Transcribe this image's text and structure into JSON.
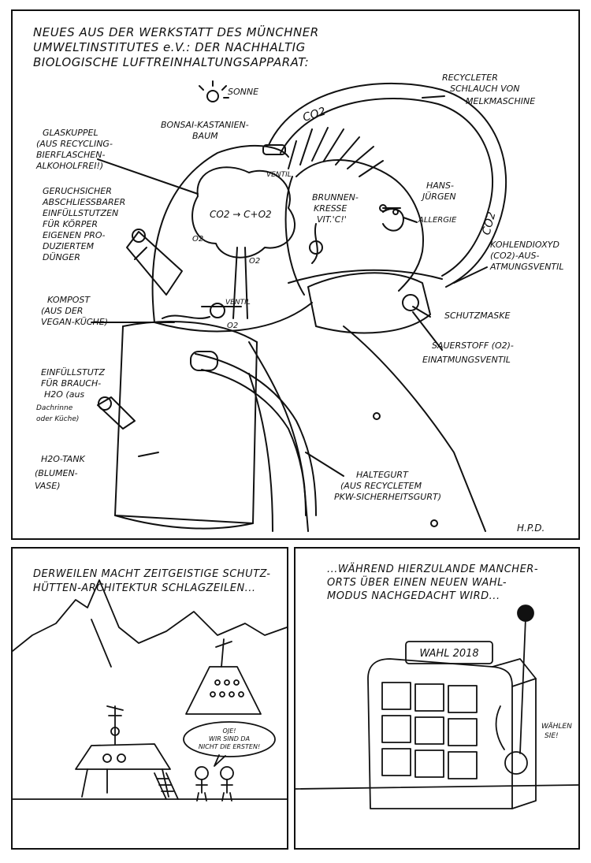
{
  "panel1": {
    "caption": [
      "NEUES AUS DER WERKSTATT DES MÜNCHNER",
      "UMWELTINSTITUTES e.V.: DER NACHHALTIG",
      "BIOLOGISCHE LUFTREINHALTUNGSAPPARAT:"
    ],
    "labels": {
      "sonne": "SONNE",
      "bonsai": [
        "BONSAI-KASTANIEN-",
        "BAUM"
      ],
      "co2_top": "CO2",
      "co2_right": "CO2",
      "recycleter": [
        "RECYCLETER",
        "SCHLAUCH VON",
        "MELKMASCHINE"
      ],
      "glaskuppel": [
        "GLASKUPPEL",
        "(AUS RECYCLING-",
        "BIERFLASCHEN-",
        "ALKOHOLFREI!)"
      ],
      "ventil_top": "VENTIL",
      "brunnenkresse": [
        "BRUNNEN-",
        "KRESSE",
        "VIT.'C!'"
      ],
      "hans": [
        "HANS-",
        "JÜRGEN"
      ],
      "allergie": "ALLERGIE",
      "formula": "CO2 → C+O2",
      "o2_a": "O2",
      "o2_b": "O2",
      "geruch": [
        "GERUCHSICHER",
        "ABSCHLIESSBARER",
        "EINFÜLLSTUTZEN",
        "FÜR KÖRPER",
        "EIGENEN PRO-",
        "DUZIERTEM",
        "DÜNGER"
      ],
      "kohlendioxyd": [
        "KOHLENDIOXYD",
        "(CO2)-AUS-",
        "ATMUNGSVENTIL"
      ],
      "kompost": [
        "KOMPOST",
        "(AUS DER",
        "VEGAN-KÜCHE)"
      ],
      "ventil_mid": "VENTIL",
      "o2_c": "O2",
      "schutzmaske": "SCHUTZMASKE",
      "sauerstoff": [
        "SAUERSTOFF (O2)-",
        "EINATMUNGSVENTIL"
      ],
      "einfuell": [
        "EINFÜLLSTUTZ",
        "FÜR BRAUCH-",
        "H2O (aus",
        "Dachrinne",
        "oder Küche)"
      ],
      "h2otank": [
        "H2O-TANK",
        "(BLUMEN-",
        "VASE)"
      ],
      "haltegurt": [
        "HALTEGURT",
        "(AUS RECYCLETEM",
        "PKW-SICHERHEITSGURT)"
      ],
      "signature": "H.P.D."
    }
  },
  "panel2": {
    "caption": [
      "DERWEILEN MACHT ZEITGEISTIGE SCHUTZ-",
      "HÜTTEN-ARCHITEKTUR SCHLAGZEILEN..."
    ],
    "speech": [
      "OJE!",
      "WIR SIND DA",
      "NICHT DIE ERSTEN!"
    ]
  },
  "panel3": {
    "caption": [
      "...WÄHREND HIERZULANDE MANCHER-",
      "ORTS ÜBER EINEN NEUEN WAHL-",
      "MODUS NACHGEDACHT WIRD..."
    ],
    "machine_label": "WAHL 2018",
    "lever_label": [
      "WÄHLEN",
      "SIE!"
    ]
  }
}
